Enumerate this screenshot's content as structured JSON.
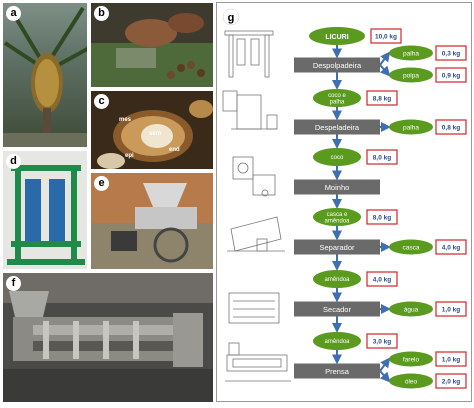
{
  "panel_labels": {
    "a": "a",
    "b": "b",
    "c": "c",
    "d": "d",
    "e": "e",
    "f": "f",
    "g": "g"
  },
  "seed_labels": {
    "mes": "mes",
    "sem": "sem",
    "end": "end",
    "epi": "epi"
  },
  "flow": {
    "start": {
      "label": "LICURI",
      "value": "10,0 kg"
    },
    "steps": [
      {
        "process": "Despolpadeira",
        "side": [
          {
            "label": "palha",
            "value": "0,3 kg"
          },
          {
            "label": "polpa",
            "value": "0,9 kg"
          }
        ],
        "out": {
          "label": "coco e palha",
          "value": "8,8 kg"
        }
      },
      {
        "process": "Despeladeira",
        "side": [
          {
            "label": "palha",
            "value": "0,8 kg"
          }
        ],
        "out": {
          "label": "coco",
          "value": "8,0 kg"
        }
      },
      {
        "process": "Moinho",
        "side": [],
        "out": {
          "label": "casca e amêndoa",
          "value": "8,0 kg"
        }
      },
      {
        "process": "Separador",
        "side": [
          {
            "label": "casca",
            "value": "4,0 kg"
          }
        ],
        "out": {
          "label": "amêndoa",
          "value": "4,0 kg"
        }
      },
      {
        "process": "Secador",
        "side": [
          {
            "label": "água",
            "value": "1,0 kg"
          }
        ],
        "out": {
          "label": "amêndoa",
          "value": "3,0 kg"
        }
      },
      {
        "process": "Prensa",
        "side": [
          {
            "label": "farelo",
            "value": "1,0 kg"
          },
          {
            "label": "óleo",
            "value": "2,0 kg"
          }
        ],
        "out": null
      }
    ]
  },
  "colors": {
    "green_node": "#5a9a1e",
    "process_box": "#6a6a6a",
    "arrow": "#3f6fb0",
    "value_border": "#d2232a"
  }
}
